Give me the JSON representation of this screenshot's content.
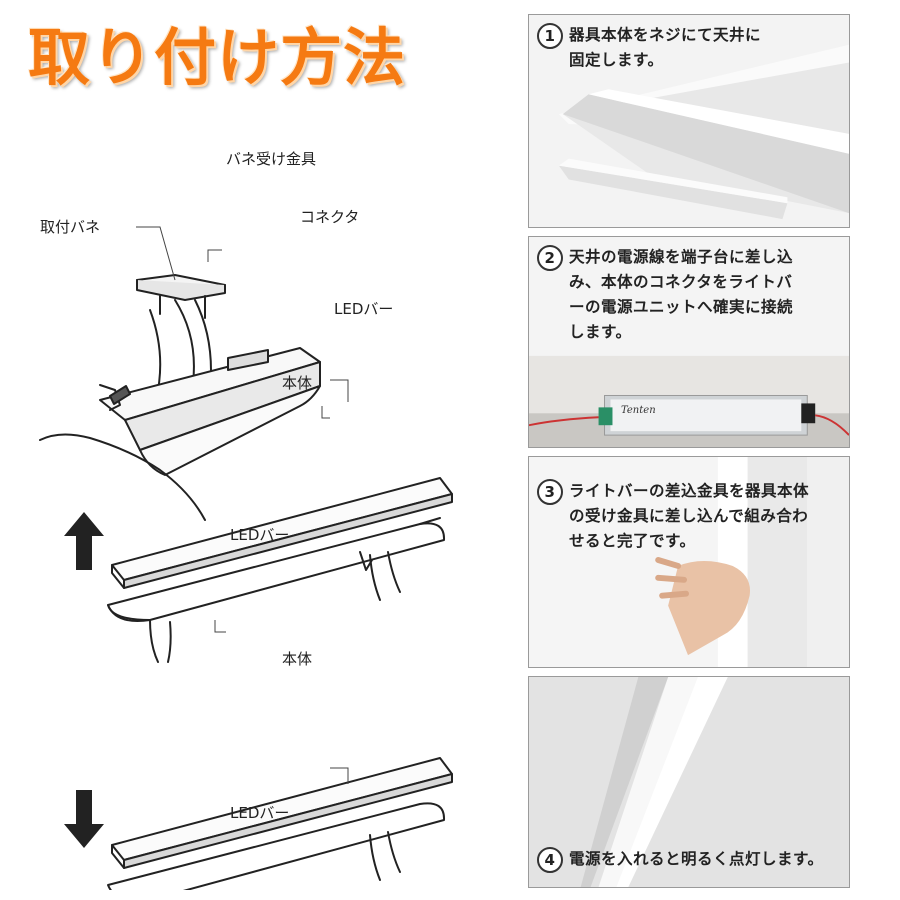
{
  "title": "取り付け方法",
  "diagram": {
    "labels": {
      "spring_bracket": "バネ受け金具",
      "mount_spring": "取付バネ",
      "connector": "コネクタ",
      "led_bar_top": "LEDバー",
      "body_mid": "本体",
      "led_bar_mid": "LEDバー",
      "body_bottom": "本体",
      "led_bar_bottom": "LEDバー"
    },
    "arrows": {
      "up": "up-arrow-icon",
      "down": "down-arrow-icon"
    }
  },
  "steps": [
    {
      "number": "1",
      "text": "器具本体をネジにて天井に\n固定します。"
    },
    {
      "number": "2",
      "text": "天井の電源線を端子台に差し込\nみ、本体のコネクタをライトバ\nーの電源ユニットへ確実に接続\nします。"
    },
    {
      "number": "3",
      "text": "ライトバーの差込金具を器具本体\nの受け金具に差し込んで組み合わ\nせると完了です。"
    },
    {
      "number": "4",
      "text": "電源を入れると明るく点灯します。"
    }
  ],
  "power_unit_brand": "Tenten",
  "colors": {
    "title": "#f57a12",
    "panel_border": "#9a9a9a"
  }
}
